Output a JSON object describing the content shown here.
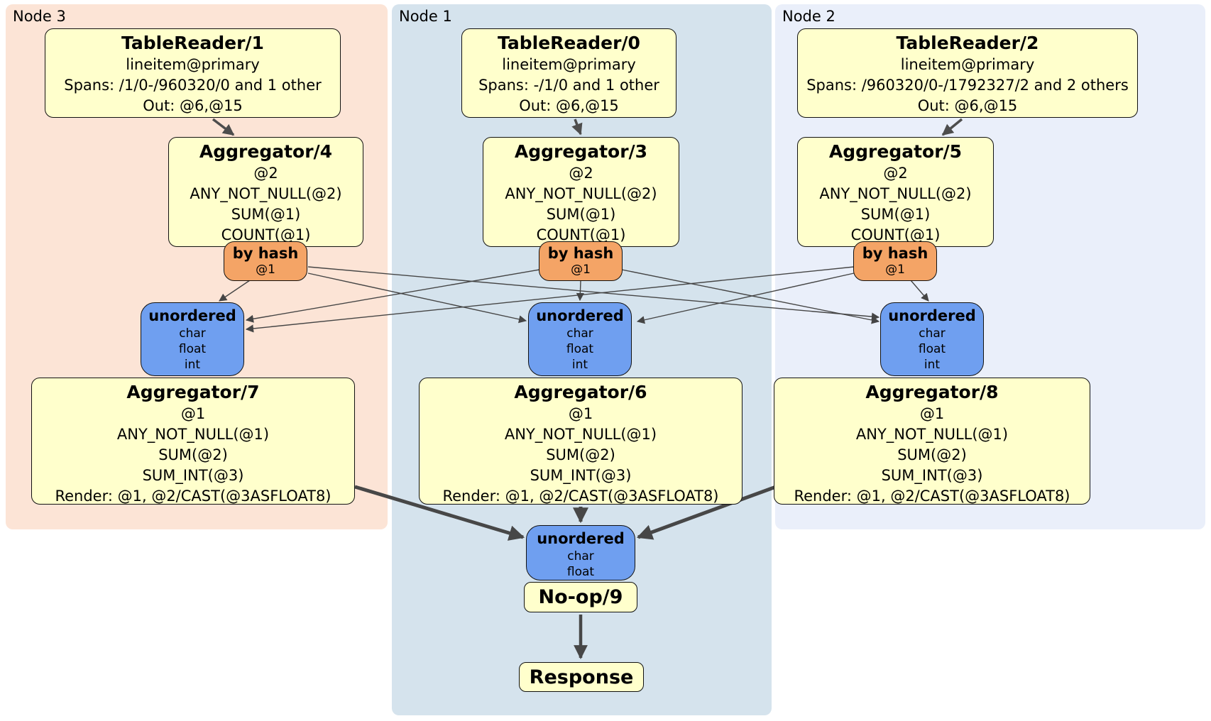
{
  "regions": {
    "node3": {
      "label": "Node 3"
    },
    "node1": {
      "label": "Node 1"
    },
    "node2": {
      "label": "Node 2"
    }
  },
  "processors": {
    "tablereader1": {
      "title": "TableReader/1",
      "lines": [
        "lineitem@primary",
        "Spans: /1/0-/960320/0 and 1 other",
        "Out: @6,@15"
      ]
    },
    "tablereader0": {
      "title": "TableReader/0",
      "lines": [
        "lineitem@primary",
        "Spans: -/1/0 and 1 other",
        "Out: @6,@15"
      ]
    },
    "tablereader2": {
      "title": "TableReader/2",
      "lines": [
        "lineitem@primary",
        "Spans: /960320/0-/1792327/2 and 2 others",
        "Out: @6,@15"
      ]
    },
    "aggregator4": {
      "title": "Aggregator/4",
      "lines": [
        "@2",
        "ANY_NOT_NULL(@2)",
        "SUM(@1)",
        "COUNT(@1)"
      ]
    },
    "aggregator3": {
      "title": "Aggregator/3",
      "lines": [
        "@2",
        "ANY_NOT_NULL(@2)",
        "SUM(@1)",
        "COUNT(@1)"
      ]
    },
    "aggregator5": {
      "title": "Aggregator/5",
      "lines": [
        "@2",
        "ANY_NOT_NULL(@2)",
        "SUM(@1)",
        "COUNT(@1)"
      ]
    },
    "aggregator7": {
      "title": "Aggregator/7",
      "lines": [
        "@1",
        "ANY_NOT_NULL(@1)",
        "SUM(@2)",
        "SUM_INT(@3)",
        "Render: @1, @2/CAST(@3ASFLOAT8)"
      ]
    },
    "aggregator6": {
      "title": "Aggregator/6",
      "lines": [
        "@1",
        "ANY_NOT_NULL(@1)",
        "SUM(@2)",
        "SUM_INT(@3)",
        "Render: @1, @2/CAST(@3ASFLOAT8)"
      ]
    },
    "aggregator8": {
      "title": "Aggregator/8",
      "lines": [
        "@1",
        "ANY_NOT_NULL(@1)",
        "SUM(@2)",
        "SUM_INT(@3)",
        "Render: @1, @2/CAST(@3ASFLOAT8)"
      ]
    },
    "noop": {
      "title": "No-op/9"
    },
    "response": {
      "title": "Response"
    }
  },
  "routers": {
    "node3": {
      "label": "by hash",
      "key": "@1"
    },
    "node1": {
      "label": "by hash",
      "key": "@1"
    },
    "node2": {
      "label": "by hash",
      "key": "@1"
    }
  },
  "syncs": {
    "node3": {
      "label": "unordered",
      "types": [
        "char",
        "float",
        "int"
      ]
    },
    "node1": {
      "label": "unordered",
      "types": [
        "char",
        "float",
        "int"
      ]
    },
    "node2": {
      "label": "unordered",
      "types": [
        "char",
        "float",
        "int"
      ]
    },
    "final": {
      "label": "unordered",
      "types": [
        "char",
        "float"
      ]
    }
  },
  "flows": [
    "TableReader/1 -> Aggregator/4",
    "TableReader/0 -> Aggregator/3",
    "TableReader/2 -> Aggregator/5",
    "Aggregator/4 -> by hash @1 (Node 3)",
    "Aggregator/3 -> by hash @1 (Node 1)",
    "Aggregator/5 -> by hash @1 (Node 2)",
    "by hash Node 3 -> unordered Node 3",
    "by hash Node 3 -> unordered Node 1",
    "by hash Node 3 -> unordered Node 2",
    "by hash Node 1 -> unordered Node 3",
    "by hash Node 1 -> unordered Node 1",
    "by hash Node 1 -> unordered Node 2",
    "by hash Node 2 -> unordered Node 3",
    "by hash Node 2 -> unordered Node 1",
    "by hash Node 2 -> unordered Node 2",
    "unordered Node 3 -> Aggregator/7",
    "unordered Node 1 -> Aggregator/6",
    "unordered Node 2 -> Aggregator/8",
    "Aggregator/7 -> final unordered",
    "Aggregator/6 -> final unordered",
    "Aggregator/8 -> final unordered",
    "final unordered -> No-op/9",
    "No-op/9 -> Response"
  ],
  "colors": {
    "node3_bg": "#fce4d6",
    "node1_bg": "#d5e3ed",
    "node2_bg": "#eaeffa",
    "processor_fill": "#ffffcc",
    "router_fill": "#f4a466",
    "sync_fill": "#6f9ff0",
    "border": "#111111",
    "edge": "#474747"
  }
}
